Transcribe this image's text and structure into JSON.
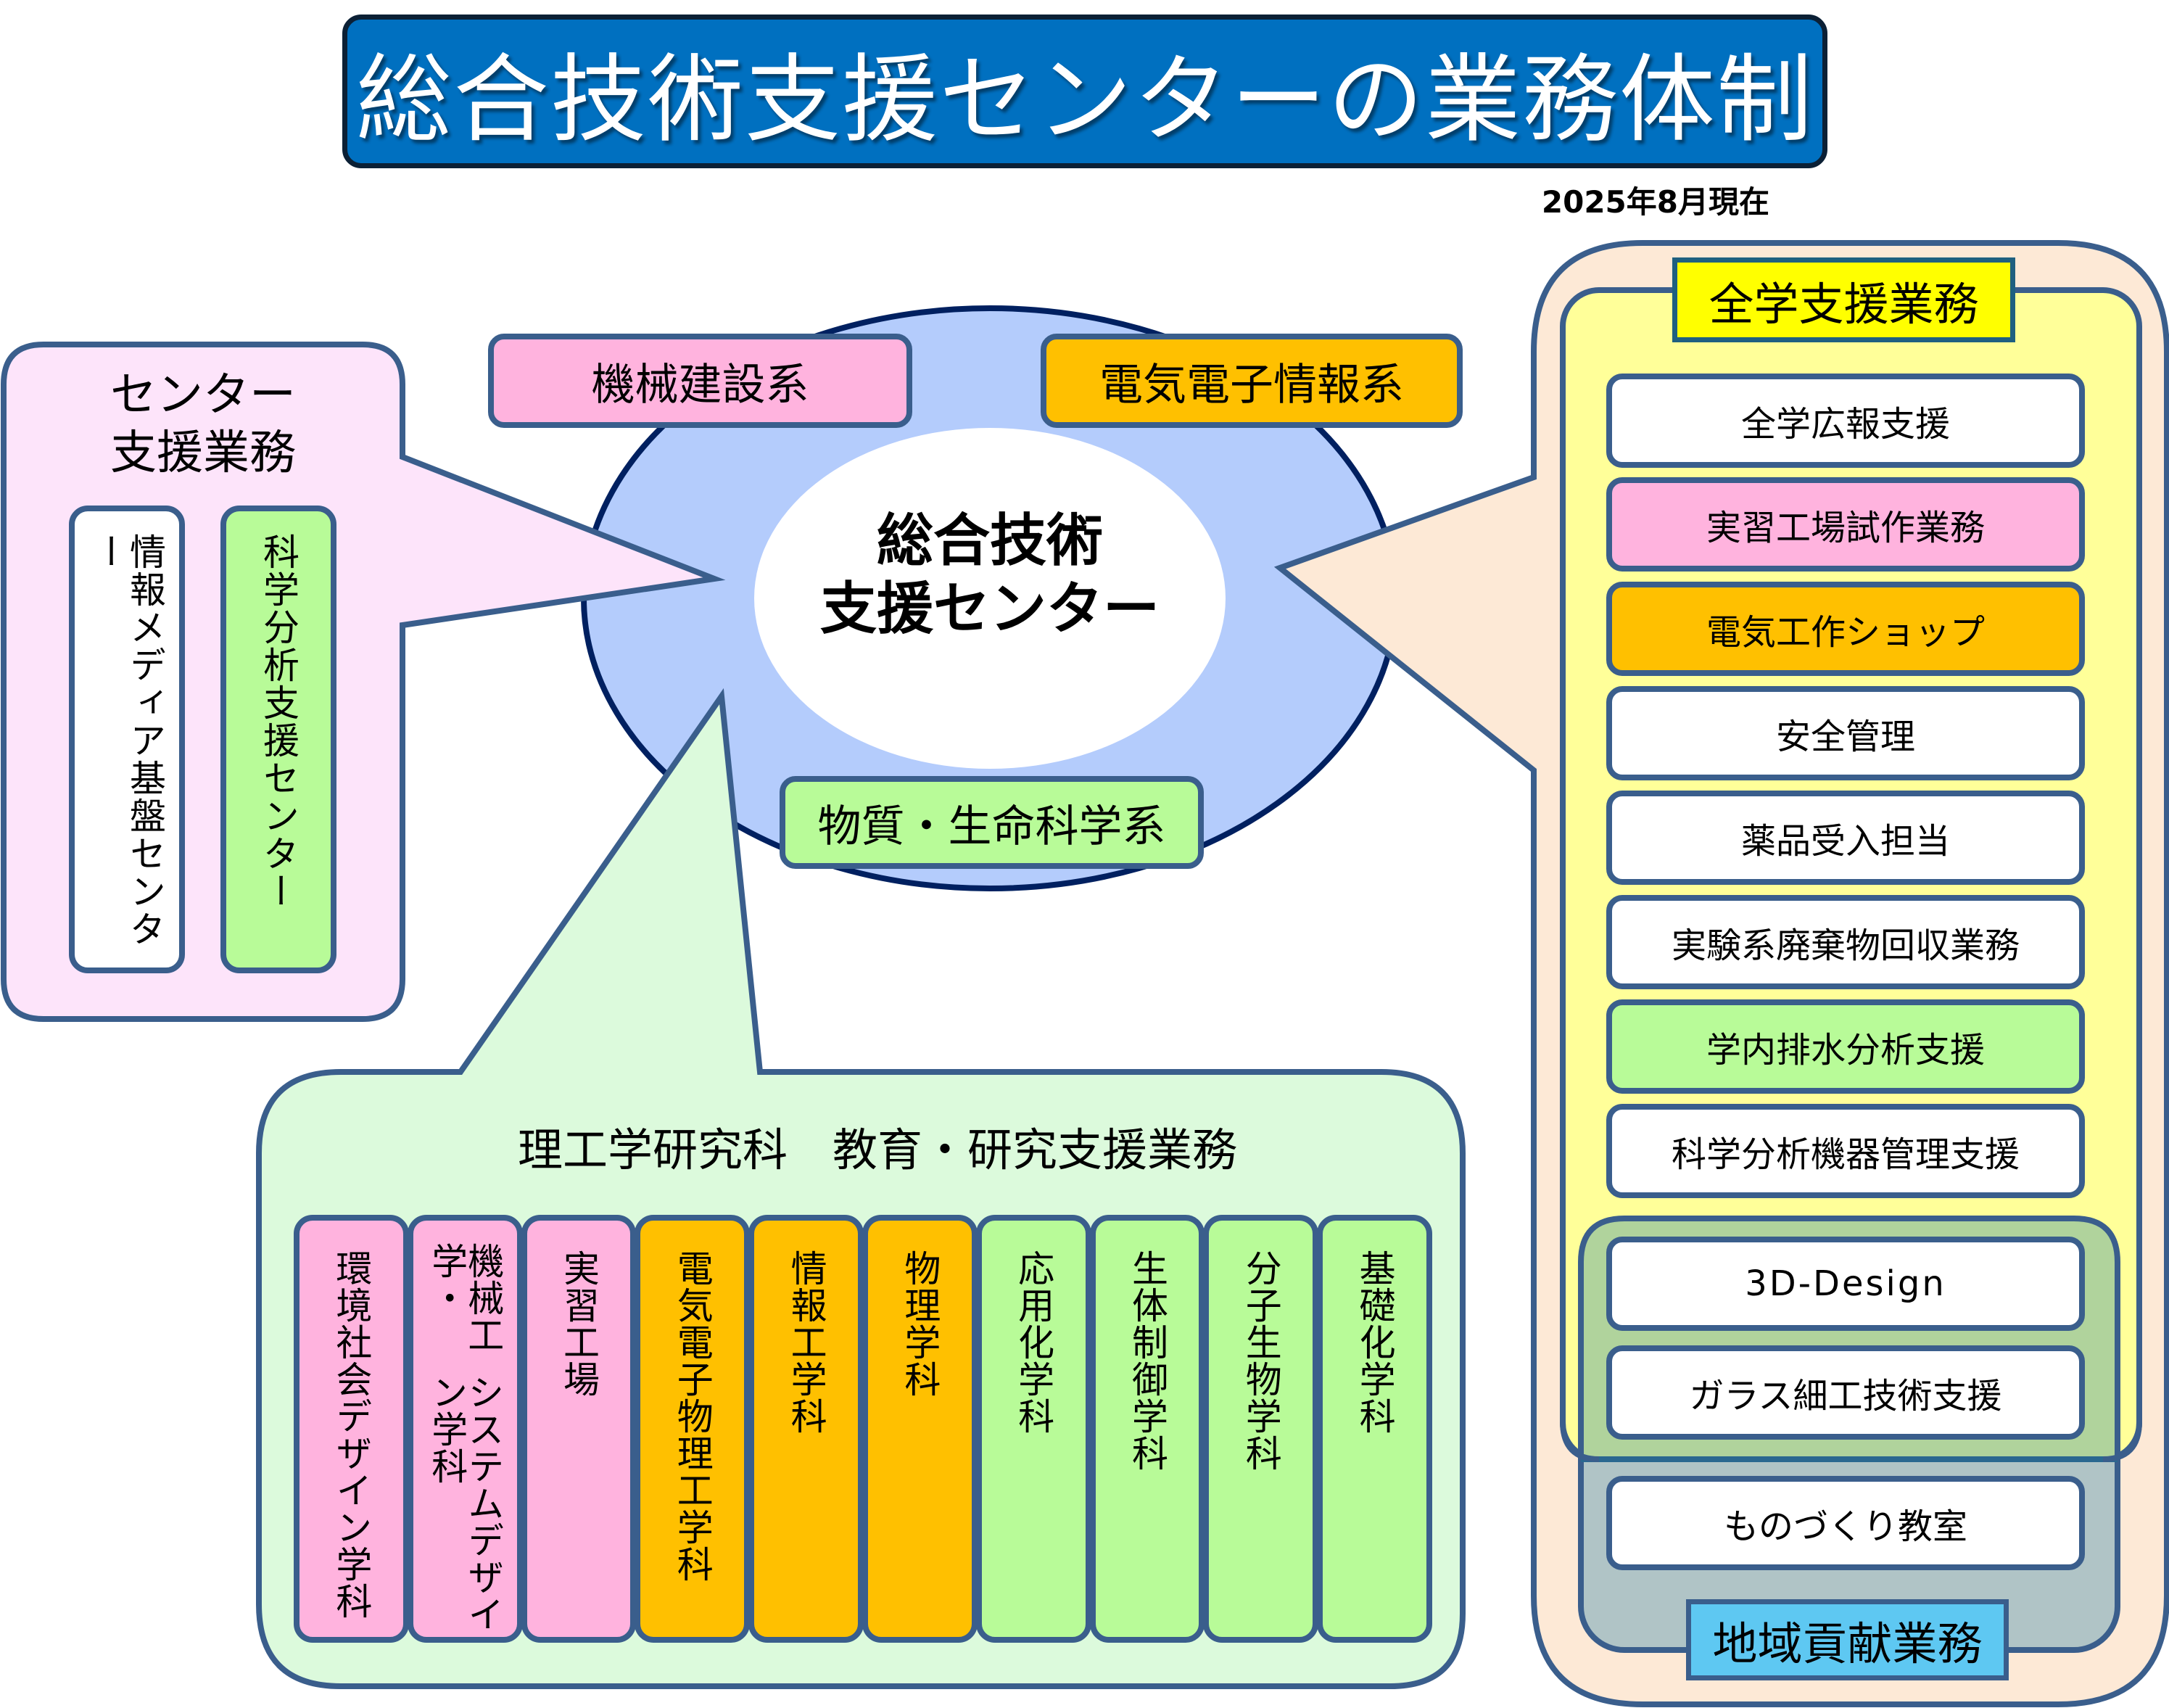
{
  "title": "総合技術支援センターの業務体制",
  "as_of_date": "2025年8月現在",
  "colors": {
    "title_bg": "#0070C0",
    "border": "#3A5E8C",
    "ellipse_fill": "#B4CCFC",
    "ellipse_stroke": "#002060",
    "pink": "#FFB3DE",
    "orange": "#FFC000",
    "green": "#B8FB98",
    "white": "#FFFFFF",
    "left_callout_bg": "#FDE4FA",
    "bottom_callout_bg": "#DCFADC",
    "right_callout_bg": "#FDE9D6",
    "all_campus_bg": "#FFFF99",
    "regional_overlap_bg": "#B0D39C",
    "regional_bg": "#B0C4C6",
    "label_yellow": "#FFFF00",
    "label_blue": "#5EC8F2"
  },
  "center": {
    "label_line1": "総合技術",
    "label_line2": "支援センター",
    "groups": [
      {
        "name": "機械建設系",
        "color": "pink"
      },
      {
        "name": "電気電子情報系",
        "color": "orange"
      },
      {
        "name": "物質・生命科学系",
        "color": "green"
      }
    ]
  },
  "center_support": {
    "title_line1": "センター",
    "title_line2": "支援業務",
    "items": [
      {
        "name": "情報メディア基盤センター",
        "color": "white"
      },
      {
        "name": "科学分析支援センター",
        "color": "green"
      }
    ]
  },
  "graduate_school": {
    "title": "理工学研究科　教育・研究支援業務",
    "departments": [
      {
        "name": "環境社会デザイン学科",
        "color": "pink"
      },
      {
        "name": "機械工学・",
        "name2": "システムデザイン学科",
        "color": "pink"
      },
      {
        "name": "実習工場",
        "color": "pink"
      },
      {
        "name": "電気電子物理工学科",
        "color": "orange"
      },
      {
        "name": "情報工学科",
        "color": "orange"
      },
      {
        "name": "物理学科",
        "color": "orange"
      },
      {
        "name": "応用化学科",
        "color": "green"
      },
      {
        "name": "生体制御学科",
        "color": "green"
      },
      {
        "name": "分子生物学科",
        "color": "green"
      },
      {
        "name": "基礎化学科",
        "color": "green"
      }
    ]
  },
  "all_campus": {
    "label": "全学支援業務",
    "items": [
      {
        "name": "全学広報支援",
        "color": "white"
      },
      {
        "name": "実習工場試作業務",
        "color": "pink"
      },
      {
        "name": "電気工作ショップ",
        "color": "orange"
      },
      {
        "name": "安全管理",
        "color": "white"
      },
      {
        "name": "薬品受入担当",
        "color": "white"
      },
      {
        "name": "実験系廃棄物回収業務",
        "color": "white"
      },
      {
        "name": "学内排水分析支援",
        "color": "green"
      },
      {
        "name": "科学分析機器管理支援",
        "color": "white"
      }
    ]
  },
  "shared_items": [
    {
      "name": "3D-Design",
      "color": "white"
    },
    {
      "name": "ガラス細工技術支援",
      "color": "white"
    }
  ],
  "regional": {
    "label": "地域貢献業務",
    "items": [
      {
        "name": "ものづくり教室",
        "color": "white"
      }
    ]
  }
}
